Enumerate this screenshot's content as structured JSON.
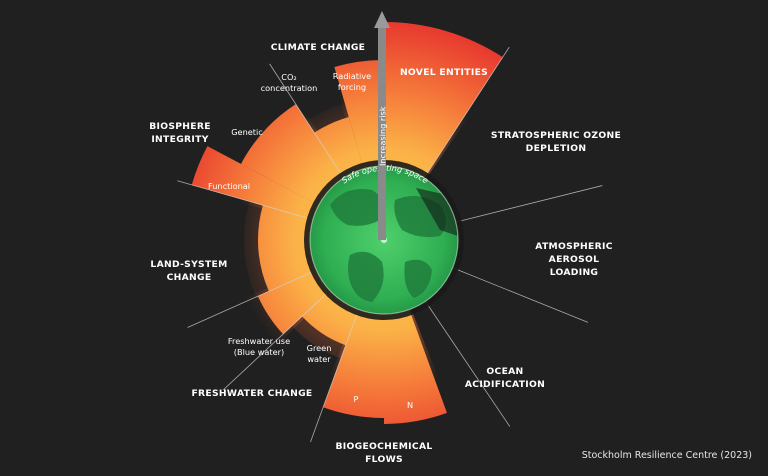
{
  "colors": {
    "background": "#202020",
    "safe_space": "#34b458",
    "overshoot_low": "#f9a84a",
    "overshoot_high": "#e7302a",
    "arrow": "#8a8a8a"
  },
  "labels": {
    "climate_change": "CLIMATE CHANGE",
    "co2": [
      "CO₂",
      "concentration"
    ],
    "radiative_forcing": [
      "Radiative",
      "forcing"
    ],
    "novel_entities": "NOVEL ENTITIES",
    "stratospheric_ozone": [
      "STRATOSPHERIC OZONE",
      "DEPLETION"
    ],
    "aerosol": [
      "ATMOSPHERIC",
      "AEROSOL",
      "LOADING"
    ],
    "ocean": [
      "OCEAN",
      "ACIDIFICATION"
    ],
    "biogeochemical": [
      "BIOGEOCHEMICAL",
      "FLOWS"
    ],
    "phosphorus": "P",
    "nitrogen": "N",
    "freshwater_change": "FRESHWATER CHANGE",
    "green_water": [
      "Green",
      "water"
    ],
    "blue_water": [
      "Freshwater use",
      "(Blue water)"
    ],
    "land_system": [
      "LAND-SYSTEM",
      "CHANGE"
    ],
    "biosphere": [
      "BIOSPHERE",
      "INTEGRITY"
    ],
    "genetic": "Genetic",
    "functional": "Functional",
    "safe_operating_space": "Safe operating space",
    "increasing_risk": "Increasing risk",
    "credit": "Stockholm Resilience Centre (2023)"
  }
}
